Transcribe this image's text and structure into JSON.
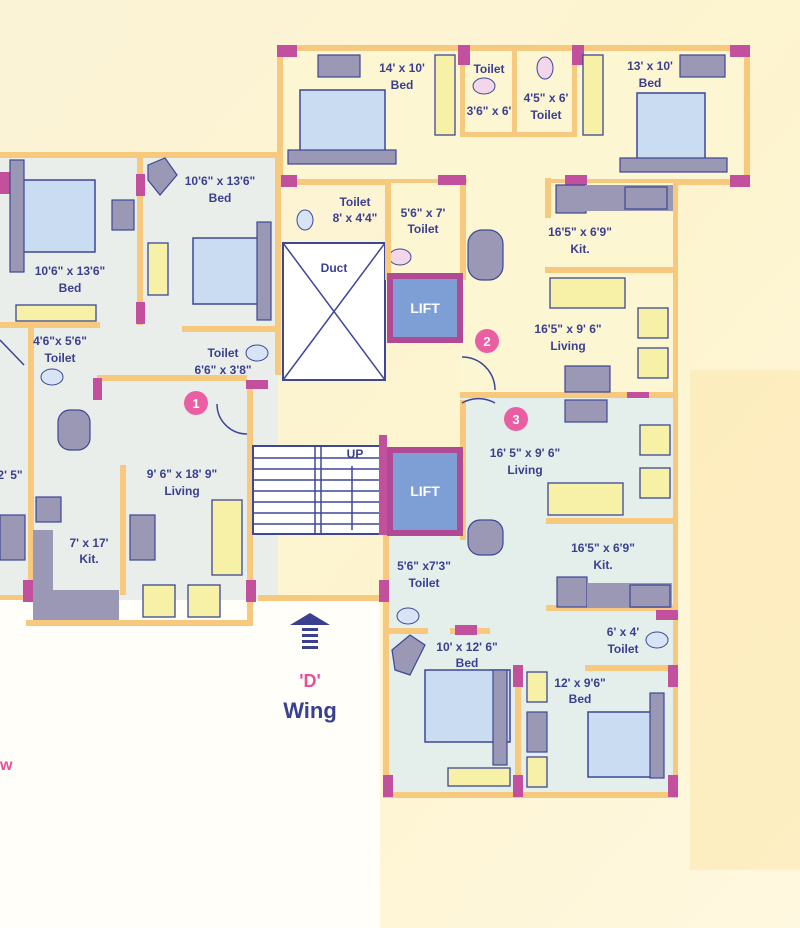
{
  "plan": {
    "wing_letter": "'D'",
    "wing_word": "Wing",
    "lift_label": "LIFT",
    "stairs_label": "UP",
    "duct_label": "Duct",
    "left_edge_fragment": "2' 5\"",
    "bottom_left_fragment": "w",
    "flat_numbers": [
      "1",
      "2",
      "3"
    ]
  },
  "rooms": {
    "top_bed_left": {
      "size": "14' x 10'",
      "name": "Bed"
    },
    "top_toilet_small": {
      "name": "Toilet",
      "size": "3'6\" x 6'"
    },
    "top_toilet_right": {
      "size": "4'5\" x 6'",
      "name": "Toilet"
    },
    "top_bed_right": {
      "size": "13' x 10'",
      "name": "Bed"
    },
    "left_bed_inner": {
      "size": "10'6\" x 13'6\"",
      "name": "Bed"
    },
    "left_bed_outer": {
      "size": "10'6\" x 13'6\"",
      "name": "Bed"
    },
    "left_toilet_upper": {
      "name": "Toilet",
      "size": "8' x 4'4\""
    },
    "left_toilet_small": {
      "size": "4'6\"x 5'6\"",
      "name": "Toilet"
    },
    "left_toilet_lower": {
      "name": "Toilet",
      "size": "6'6\" x 3'8\""
    },
    "left_living": {
      "size": "9' 6\" x 18' 9\"",
      "name": "Living"
    },
    "left_kitchen": {
      "size": "7' x 17'",
      "name": "Kit."
    },
    "f2_toilet": {
      "size": "5'6\" x 7'",
      "name": "Toilet"
    },
    "f2_kitchen": {
      "size": "16'5\" x 6'9\"",
      "name": "Kit."
    },
    "f2_living": {
      "size": "16'5\" x 9' 6\"",
      "name": "Living"
    },
    "f3_living": {
      "size": "16' 5\" x 9' 6\"",
      "name": "Living"
    },
    "f3_kitchen": {
      "size": "16'5\" x 6'9\"",
      "name": "Kit."
    },
    "f3_toilet_left": {
      "size": "5'6\" x7'3\"",
      "name": "Toilet"
    },
    "f3_toilet_right": {
      "size": "6' x 4'",
      "name": "Toilet"
    },
    "f3_bed_left": {
      "size": "10' x 12' 6\"",
      "name": "Bed"
    },
    "f3_bed_right": {
      "size": "12' x 9'6\"",
      "name": "Bed"
    }
  },
  "colors": {
    "wall": "#f6c97f",
    "column": "#c3509c",
    "lift": "#7d9fd6",
    "text": "#3a3f8f",
    "accent_pink": "#ea5fa3"
  }
}
